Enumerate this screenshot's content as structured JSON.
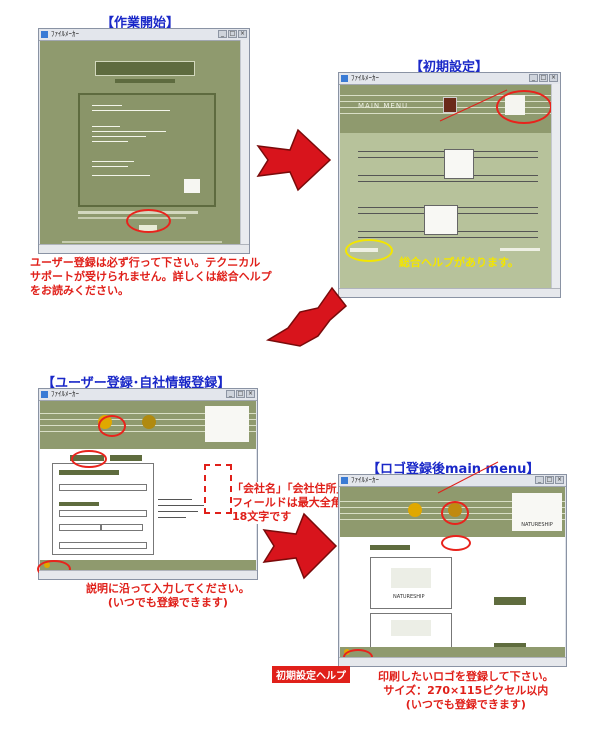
{
  "steps": {
    "start": {
      "title": "【作業開始】"
    },
    "initial": {
      "title": "【初期設定】"
    },
    "register": {
      "title": "【ユーザー登録･自社情報登録】"
    },
    "logo_menu": {
      "title": "【ロゴ登録後main menu】"
    }
  },
  "notes": {
    "user_registration": "ユーザー登録は必ず行って下さい。テクニカル\nサポートが受けられません。詳しくは総合ヘルプ\nをお読みください。",
    "general_help": "総合ヘルプがあります。",
    "input_guide": "説明に沿って入力してください。\n(いつでも登録できます)",
    "company_fields": "「会社名」「会社住所」\nフィールドは最大全角\n18文字です",
    "initial_help_label": "初期設定ヘルプ",
    "logo_guide": "印刷したいロゴを登録して下さい。\nサイズ：270×115ピクセル以内\n(いつでも登録できます)"
  },
  "screens": {
    "menu_title": "MAIN MENU",
    "logo_brand": "NATURESHIP",
    "window_title": "ﾌｧｲﾙﾒｰｶｰ"
  },
  "colors": {
    "arrow": "#d8141c",
    "annotation": "#e0201a",
    "heading": "#1a28c8",
    "help_ring": "#f3e600",
    "olive": "#8f9a6e"
  }
}
